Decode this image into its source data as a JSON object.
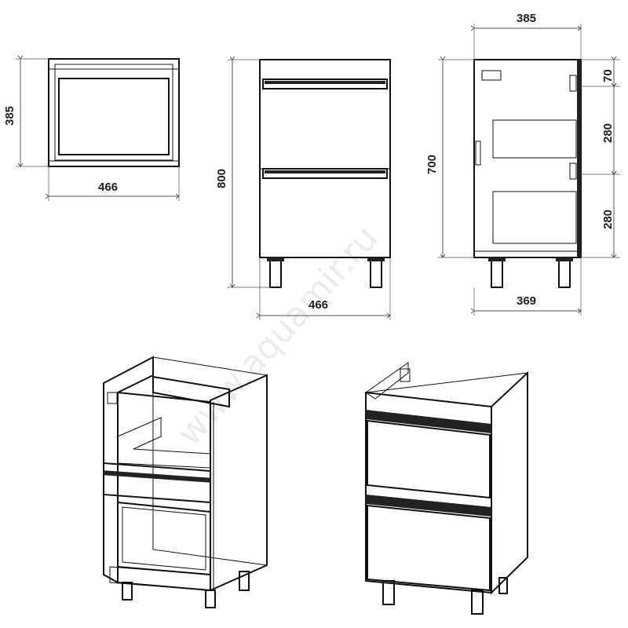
{
  "watermark": "www.aquamir.ru",
  "top_view": {
    "depth": "385",
    "width": "466"
  },
  "front_view": {
    "height": "800",
    "width": "466"
  },
  "side_view": {
    "depth_top": "385",
    "height": "700",
    "gap_top": "70",
    "drawer1": "280",
    "drawer2": "280",
    "depth_bottom": "369"
  },
  "colors": {
    "line": "#111111",
    "dim_line": "#555555",
    "watermark": "#cfd6dd"
  }
}
